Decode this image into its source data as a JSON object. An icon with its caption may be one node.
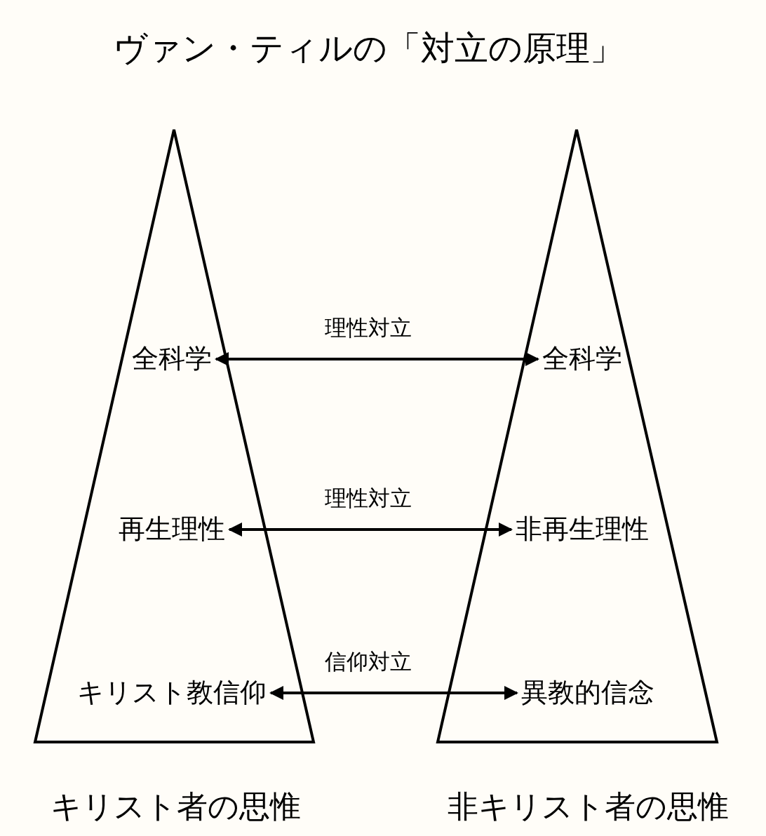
{
  "diagram": {
    "title": "ヴァン・ティルの「対立の原理」",
    "nodes": [
      {
        "text": [
          "キリスト者の思惟"
        ]
      },
      {
        "text": [
          "全科学"
        ],
        "in": 0
      },
      {
        "text": [
          "再生理性"
        ],
        "in": 0
      },
      {
        "text": [
          "キリスト教信仰"
        ],
        "in": 0
      },
      {
        "text": [
          "非キリスト者の思惟"
        ]
      },
      {
        "text": [
          "全科学"
        ],
        "in": 4
      },
      {
        "text": [
          "非再生理性"
        ],
        "in": 4
      },
      {
        "text": [
          "異教的信念"
        ],
        "in": 4
      }
    ],
    "edges": [
      {
        "from": 1,
        "to": 5,
        "arrow": "both",
        "label": "理性対立"
      },
      {
        "from": 2,
        "to": 6,
        "arrow": "both",
        "label": "理性対立"
      },
      {
        "from": 3,
        "to": 7,
        "arrow": "both",
        "label": "信仰対立"
      }
    ]
  }
}
